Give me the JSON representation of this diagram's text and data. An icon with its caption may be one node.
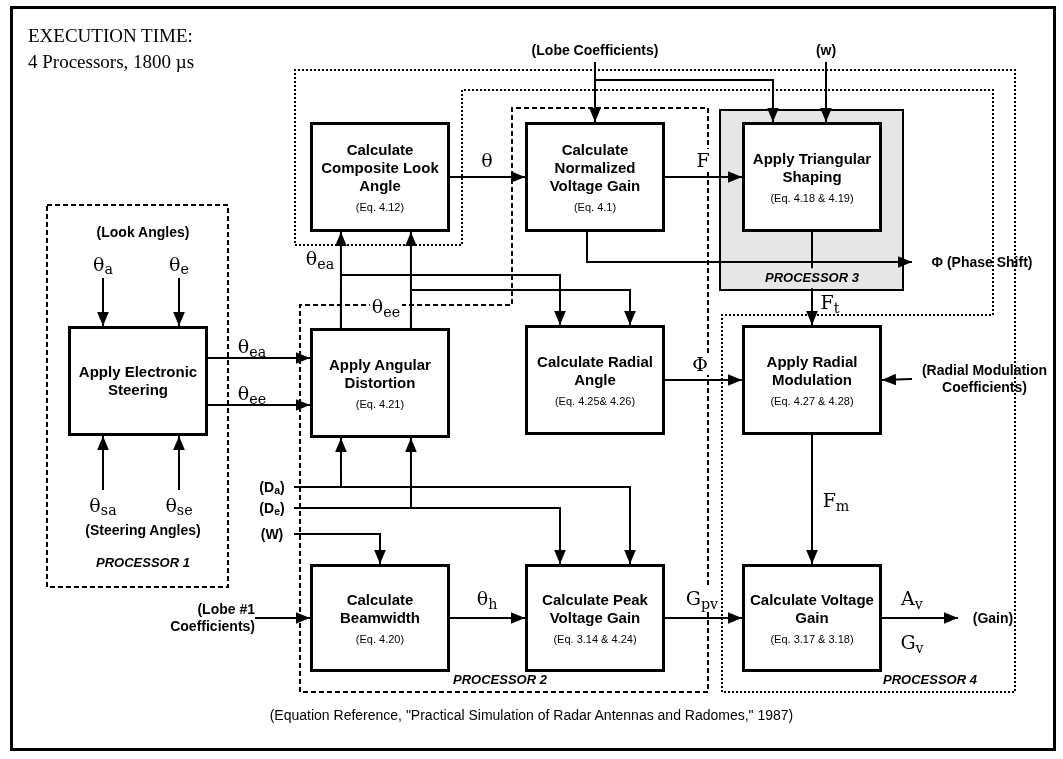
{
  "diagram": {
    "caption": "(Equation Reference, \"Practical Simulation of Radar Antennas and Radomes,\" 1987)",
    "nodes": [
      {
        "text": [
          "(Lobe Coefficients)"
        ]
      },
      {
        "text": [
          "(w)"
        ]
      },
      {
        "text": [
          "Calculate Composite Look Angle",
          "(Eq. 4.12)"
        ]
      },
      {
        "text": [
          "Calculate Normalized Voltage Gain",
          "(Eq. 4.1)"
        ]
      },
      {
        "text": [
          "Apply Triangular Shaping",
          "(Eq. 4.18 & 4.19)"
        ]
      },
      {
        "text": [
          "θ$_{a}$"
        ]
      },
      {
        "text": [
          "θ$_{e}$"
        ]
      },
      {
        "text": [
          "Apply Electronic Steering"
        ]
      },
      {
        "text": [
          "Apply Angular Distortion",
          "(Eq. 4.21)"
        ]
      },
      {
        "text": [
          "Calculate Radial Angle",
          "(Eq. 4.25& 4.26)"
        ]
      },
      {
        "text": [
          "Φ (Phase Shift)"
        ]
      },
      {
        "text": [
          "Apply Radial Modulation",
          "(Eq. 4.27 & 4.28)"
        ]
      },
      {
        "text": [
          "(Radial Modulation Coefficients)"
        ]
      },
      {
        "text": [
          "θ$_{sa}$"
        ]
      },
      {
        "text": [
          "θ$_{se}$"
        ]
      },
      {
        "text": [
          "(D$_{a}$)"
        ]
      },
      {
        "text": [
          "(D$_{e}$)"
        ]
      },
      {
        "text": [
          "(W)"
        ]
      },
      {
        "text": [
          "(Lobe #1 Coefficients)"
        ]
      },
      {
        "text": [
          "Calculate Beamwidth",
          "(Eq. 4.20)"
        ]
      },
      {
        "text": [
          "Calculate Peak Voltage Gain",
          "(Eq. 3.14 & 4.24)"
        ]
      },
      {
        "text": [
          "Calculate Voltage Gain",
          "(Eq. 3.17 & 3.18)"
        ]
      },
      {
        "text": [
          "(Gain)"
        ]
      }
    ],
    "edges": [
      {
        "from": 0,
        "to": 3,
        "arrow": "to"
      },
      {
        "from": 0,
        "to": 4,
        "arrow": "to"
      },
      {
        "from": 1,
        "to": 4,
        "arrow": "to"
      },
      {
        "from": 2,
        "to": 3,
        "arrow": "to",
        "label": "θ"
      },
      {
        "from": 3,
        "to": 4,
        "arrow": "to",
        "label": "F"
      },
      {
        "from": 3,
        "to": 10,
        "arrow": "to"
      },
      {
        "from": 4,
        "to": 11,
        "arrow": "to",
        "label": "F$_{t}$"
      },
      {
        "from": 5,
        "to": 7,
        "arrow": "to"
      },
      {
        "from": 6,
        "to": 7,
        "arrow": "to"
      },
      {
        "from": 7,
        "to": 8,
        "arrow": "to",
        "label": "θ$_{ea}$"
      },
      {
        "from": 7,
        "to": 8,
        "arrow": "to",
        "label": "θ$_{ee}$"
      },
      {
        "from": 8,
        "to": 2,
        "arrow": "to",
        "label": "θ$_{ea}$"
      },
      {
        "from": 8,
        "to": 2,
        "arrow": "to",
        "label": "θ$_{ee}$"
      },
      {
        "from": 8,
        "to": 9,
        "arrow": "to"
      },
      {
        "from": 8,
        "to": 9,
        "arrow": "to"
      },
      {
        "from": 9,
        "to": 11,
        "arrow": "to",
        "label": "Φ"
      },
      {
        "from": 12,
        "to": 11,
        "arrow": "to"
      },
      {
        "from": 13,
        "to": 7,
        "arrow": "to"
      },
      {
        "from": 14,
        "to": 7,
        "arrow": "to"
      },
      {
        "from": 15,
        "to": 8,
        "arrow": "to"
      },
      {
        "from": 16,
        "to": 8,
        "arrow": "to"
      },
      {
        "from": 15,
        "to": 20,
        "arrow": "to"
      },
      {
        "from": 16,
        "to": 20,
        "arrow": "to"
      },
      {
        "from": 17,
        "to": 19,
        "arrow": "to"
      },
      {
        "from": 18,
        "to": 19,
        "arrow": "to"
      },
      {
        "from": 19,
        "to": 20,
        "arrow": "to",
        "label": "θ$_{h}$"
      },
      {
        "from": 20,
        "to": 21,
        "arrow": "to",
        "label": "G$_{pv}$"
      },
      {
        "from": 11,
        "to": 21,
        "arrow": "to",
        "label": "F$_{m}$"
      },
      {
        "from": 21,
        "to": 22,
        "arrow": "to",
        "label": "A$_{v}$"
      }
    ],
    "labels": [
      "EXECUTION TIME:",
      "4 Processors, 1800 µs",
      "(Look Angles)",
      "(Steering Angles)",
      "PROCESSOR 1",
      "PROCESSOR 2",
      "PROCESSOR 3",
      "PROCESSOR 4",
      "G$_{v}$"
    ]
  }
}
